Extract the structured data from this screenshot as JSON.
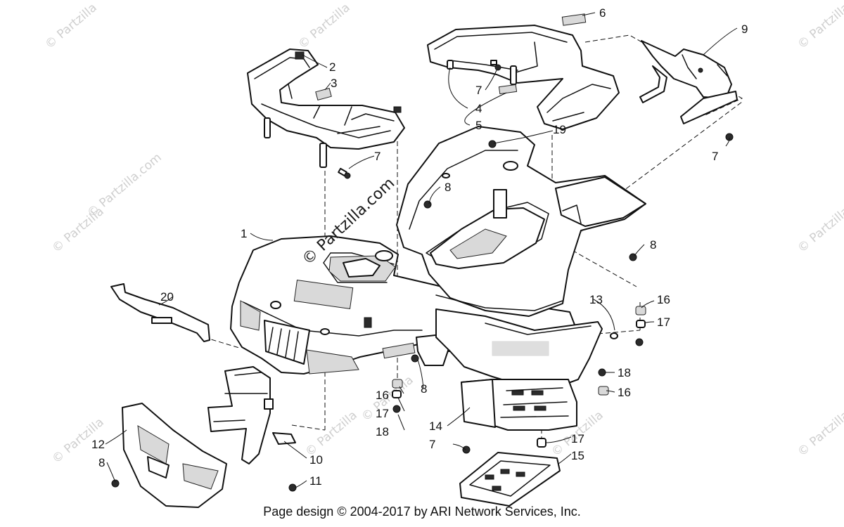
{
  "watermark": {
    "text": "© Partzilla.com",
    "small_text": "© Partzilla"
  },
  "callouts": {
    "c1": "1",
    "c2": "2",
    "c3": "3",
    "c4": "4",
    "c5": "5",
    "c6": "6",
    "c7a": "7",
    "c7b": "7",
    "c7c": "7",
    "c7d": "7",
    "c8a": "8",
    "c8b": "8",
    "c8c": "8",
    "c8d": "8",
    "c9": "9",
    "c10": "10",
    "c11": "11",
    "c12": "12",
    "c13": "13",
    "c14": "14",
    "c15": "15",
    "c16a": "16",
    "c16b": "16",
    "c16c": "16",
    "c17a": "17",
    "c17b": "17",
    "c17c": "17",
    "c18a": "18",
    "c18b": "18",
    "c19": "19",
    "c20": "20"
  },
  "footer": "Page design © 2004-2017 by ARI Network Services, Inc."
}
